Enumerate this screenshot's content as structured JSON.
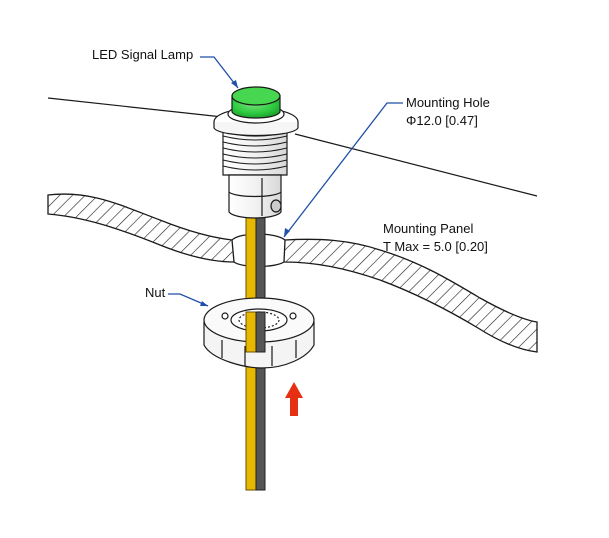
{
  "labels": {
    "lamp": "LED Signal Lamp",
    "hole_title": "Mounting Hole",
    "hole_spec": "Φ12.0 [0.47]",
    "panel_title": "Mounting Panel",
    "panel_spec": "T Max  = 5.0 [0.20]",
    "nut": "Nut"
  },
  "colors": {
    "lamp_lens": "#2ecc40",
    "wire_yellow": "#e8b800",
    "wire_gray": "#555555",
    "leader_line": "#1f4fa8",
    "arrow": "#e53012",
    "outline": "#1a1a1a"
  },
  "icons": {
    "insertion_arrow": "arrow-up-icon"
  }
}
